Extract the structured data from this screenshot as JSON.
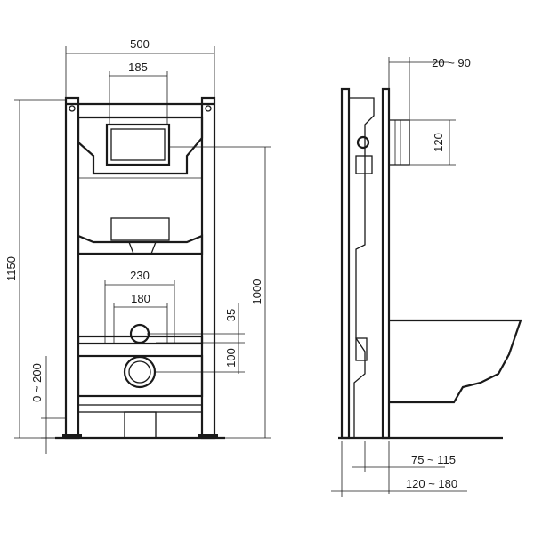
{
  "front_view": {
    "width_total": "500",
    "flush_plate_width": "185",
    "height_total": "1150",
    "flush_height": "1000",
    "bolt_spacing_outer": "230",
    "bolt_spacing_inner": "180",
    "outlet_offset_top": "35",
    "outlet_offset_bottom": "100",
    "leg_adjust": "0 ~ 200"
  },
  "side_view": {
    "plate_depth": "20 ~ 90",
    "supply_height": "120",
    "wall_gap": "75 ~ 115",
    "frame_depth": "120 ~ 180"
  }
}
